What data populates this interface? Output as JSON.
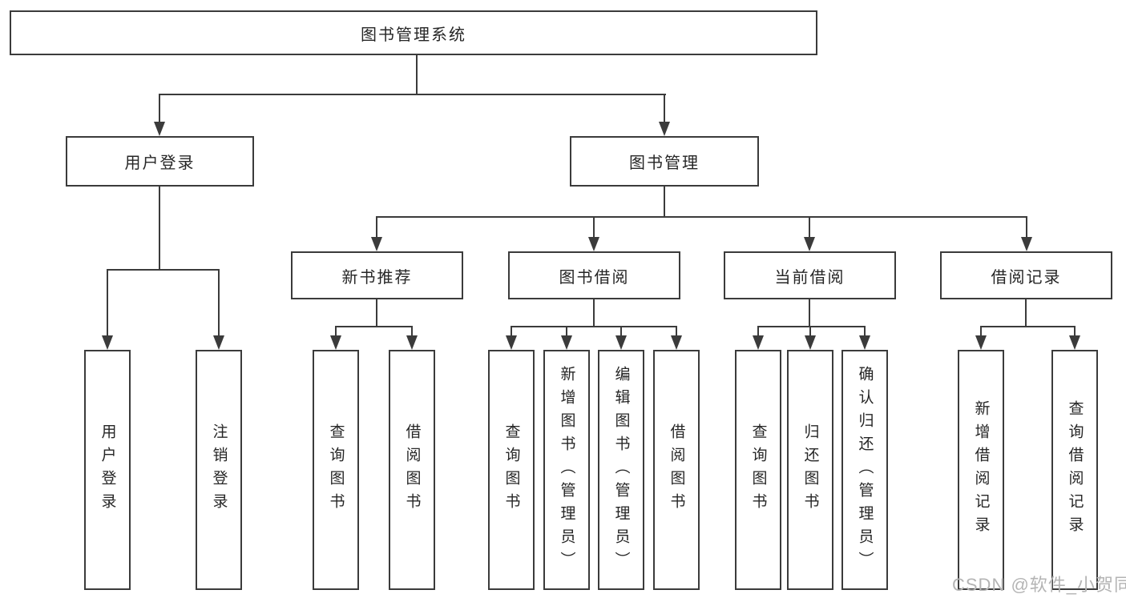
{
  "tree": {
    "root": {
      "label": "图书管理系统",
      "children": [
        {
          "label": "用户登录",
          "children": [
            {
              "label": "用户登录"
            },
            {
              "label": "注销登录"
            }
          ]
        },
        {
          "label": "图书管理",
          "children": [
            {
              "label": "新书推荐",
              "children": [
                {
                  "label": "查询图书"
                },
                {
                  "label": "借阅图书"
                }
              ]
            },
            {
              "label": "图书借阅",
              "children": [
                {
                  "label": "查询图书"
                },
                {
                  "label": "新增图书（管理员）"
                },
                {
                  "label": "编辑图书（管理员）"
                },
                {
                  "label": "借阅图书"
                }
              ]
            },
            {
              "label": "当前借阅",
              "children": [
                {
                  "label": "查询图书"
                },
                {
                  "label": "归还图书"
                },
                {
                  "label": "确认归还（管理员）"
                }
              ]
            },
            {
              "label": "借阅记录",
              "children": [
                {
                  "label": "新增借阅记录"
                },
                {
                  "label": "查询借阅记录"
                }
              ]
            }
          ]
        }
      ]
    }
  },
  "watermark": {
    "text": "CSDN @软件_小贺同学"
  },
  "colors": {
    "line": "#3b3b3b",
    "box_border": "#3b3b3b",
    "text": "#262626",
    "watermark": "#b4b4b4",
    "background": "#ffffff"
  }
}
